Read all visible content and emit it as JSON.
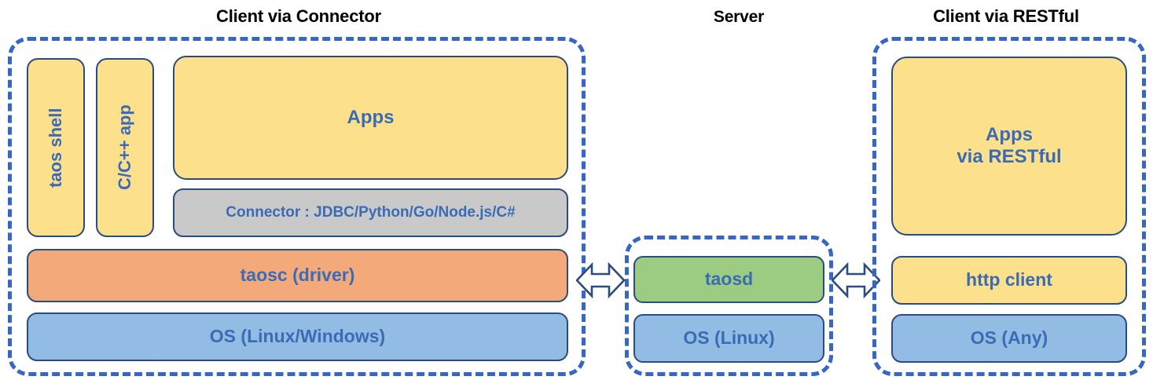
{
  "diagram": {
    "title_connector": "Client via Connector",
    "title_server": "Server",
    "title_restful": "Client via RESTful",
    "colors": {
      "dashed_border": "#3767C4",
      "block_border": "#2B4C7E",
      "block_text": "#3B6BB5",
      "title_text": "#000000",
      "yellow": "#FCE08C",
      "orange": "#F4A97A",
      "blue": "#92BCE3",
      "green": "#9BCC82",
      "gray": "#C9C9C9",
      "background": "#FFFFFF"
    }
  },
  "client_connector": {
    "taos_shell": "taos shell",
    "cpp_app": "C/C++ app",
    "apps": "Apps",
    "connector": "Connector : JDBC/Python/Go/Node.js/C#",
    "taosc": "taosc (driver)",
    "os": "OS (Linux/Windows)"
  },
  "server": {
    "taosd": "taosd",
    "os": "OS (Linux)"
  },
  "client_restful": {
    "apps_line1": "Apps",
    "apps_line2": "via RESTful",
    "http_client": "http client",
    "os": "OS (Any)"
  },
  "connections": [
    {
      "name": "client-connector-to-server",
      "type": "double-arrow"
    },
    {
      "name": "server-to-client-restful",
      "type": "double-arrow"
    }
  ]
}
